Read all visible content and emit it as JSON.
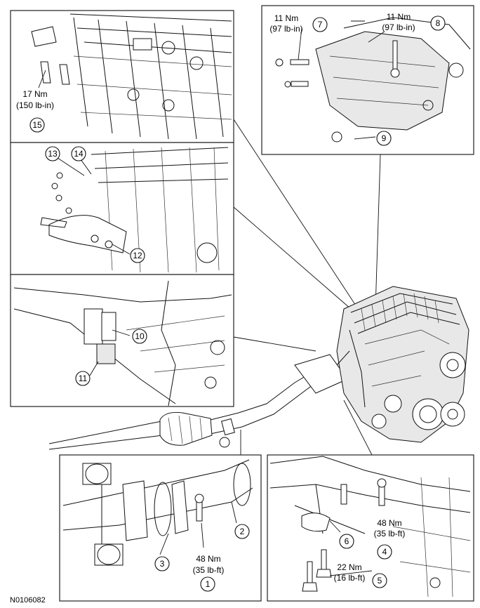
{
  "figure_id": "N0106082",
  "callouts": {
    "c1": "1",
    "c2": "2",
    "c3": "3",
    "c4": "4",
    "c5": "5",
    "c6": "6",
    "c7": "7",
    "c8": "8",
    "c9": "9",
    "c10": "10",
    "c11": "11",
    "c12": "12",
    "c13": "13",
    "c14": "14",
    "c15": "15"
  },
  "torques": {
    "t15": {
      "nm": "17 Nm",
      "imp": "(150 lb-in)"
    },
    "t7": {
      "nm": "11 Nm",
      "imp": "(97 lb-in)"
    },
    "t8": {
      "nm": "11 Nm",
      "imp": "(97 lb-in)"
    },
    "t1": {
      "nm": "48 Nm",
      "imp": "(35 lb-ft)"
    },
    "t4": {
      "nm": "48 Nm",
      "imp": "(35 lb-ft)"
    },
    "t5": {
      "nm": "22 Nm",
      "imp": "(16 lb-ft)"
    }
  }
}
